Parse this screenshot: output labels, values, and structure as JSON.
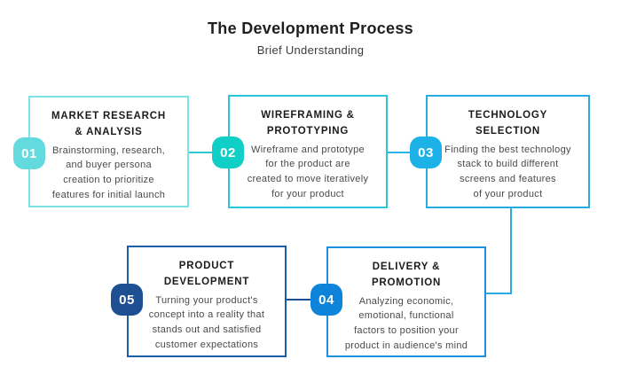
{
  "header": {
    "title": "The Development Process",
    "subtitle": "Brief Understanding"
  },
  "steps": [
    {
      "number": "01",
      "title": "MARKET RESEARCH\n& ANALYSIS",
      "body": "Brainstorming, research,\nand buyer persona\ncreation to prioritize\nfeatures for initial launch",
      "badge_color": "#63dbde",
      "border_color": "#7de2e5"
    },
    {
      "number": "02",
      "title": "WIREFRAMING &\nPROTOTYPING",
      "body": "Wireframe and prototype\nfor the product are\ncreated to move iteratively\nfor your product",
      "badge_color": "#10cfc6",
      "border_color": "#29c5da"
    },
    {
      "number": "03",
      "title": "TECHNOLOGY\nSELECTION",
      "body": "Finding the best technology\nstack to build different\nscreens and features\nof your product",
      "badge_color": "#1cb2e8",
      "border_color": "#29abe2"
    },
    {
      "number": "04",
      "title": "DELIVERY &\nPROMOTION",
      "body": "Analyzing economic,\nemotional, functional\nfactors to position your\nproduct in audience's mind",
      "badge_color": "#0d83da",
      "border_color": "#1e90e0"
    },
    {
      "number": "05",
      "title": "PRODUCT\nDEVELOPMENT",
      "body": "Turning your product's\nconcept into a reality that\nstands out and satisfied\ncustomer expectations",
      "badge_color": "#1d4f92",
      "border_color": "#1a5ca8"
    }
  ],
  "connectors": {
    "step1_to_step2": {
      "color": "#2bc9d2"
    },
    "step2_to_step3": {
      "color": "#27b4e8"
    },
    "step3_to_step4": {
      "color": "#29abe2"
    },
    "step5_to_step4": {
      "color": "#1b4f93"
    }
  }
}
